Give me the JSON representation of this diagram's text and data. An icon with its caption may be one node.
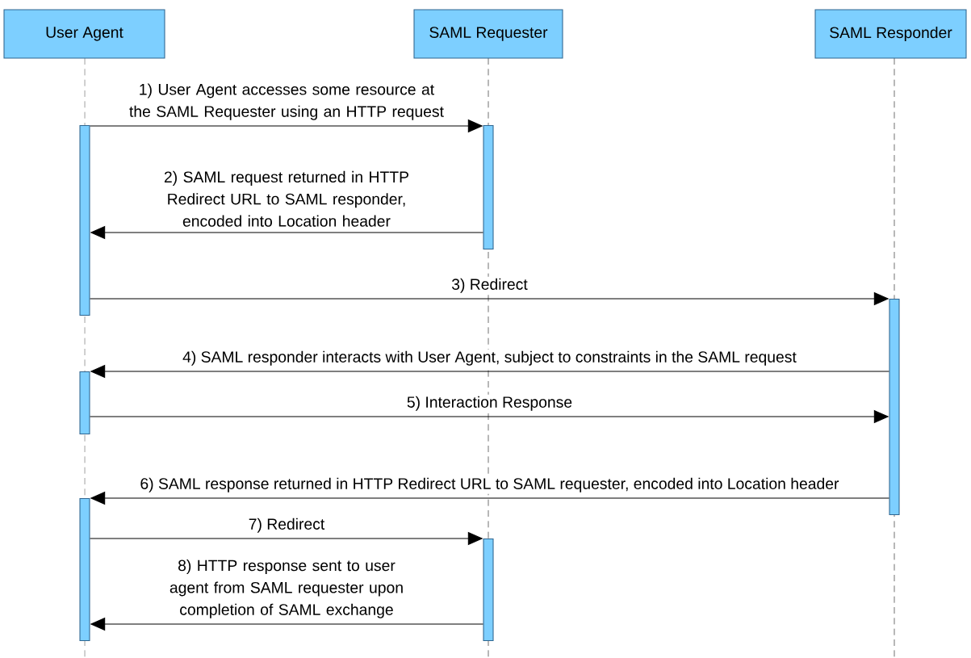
{
  "diagram": {
    "nodes": [
      {
        "text": [
          "User Agent"
        ]
      },
      {
        "text": [
          "SAML Requester"
        ]
      },
      {
        "text": [
          "SAML Responder"
        ]
      },
      {
        "text": [],
        "shape": "bar"
      },
      {
        "text": [],
        "shape": "bar"
      },
      {
        "text": [],
        "shape": "bar"
      },
      {
        "text": [],
        "shape": "bar"
      },
      {
        "text": [],
        "shape": "bar"
      },
      {
        "text": [],
        "shape": "bar"
      }
    ],
    "edges": [
      {
        "from": 3,
        "to": 4,
        "arrow": "to",
        "label": "1) User Agent accesses some resource at the SAML Requester using an HTTP request"
      },
      {
        "from": 4,
        "to": 3,
        "arrow": "to",
        "label": "2) SAML request returned in HTTP Redirect URL to SAML responder, encoded into Location header"
      },
      {
        "from": 3,
        "to": 5,
        "arrow": "to",
        "label": "3) Redirect"
      },
      {
        "from": 5,
        "to": 6,
        "arrow": "to",
        "label": "4) SAML responder interacts with User Agent, subject to constraints in the SAML request"
      },
      {
        "from": 6,
        "to": 5,
        "arrow": "to",
        "label": "5) Interaction Response"
      },
      {
        "from": 5,
        "to": 7,
        "arrow": "to",
        "label": "6) SAML response returned in HTTP Redirect URL to SAML requester, encoded into Location header"
      },
      {
        "from": 7,
        "to": 8,
        "arrow": "to",
        "label": "7) Redirect"
      },
      {
        "from": 8,
        "to": 7,
        "arrow": "to",
        "label": "8) HTTP response sent to user agent from SAML requester upon completion of SAML exchange"
      }
    ]
  }
}
